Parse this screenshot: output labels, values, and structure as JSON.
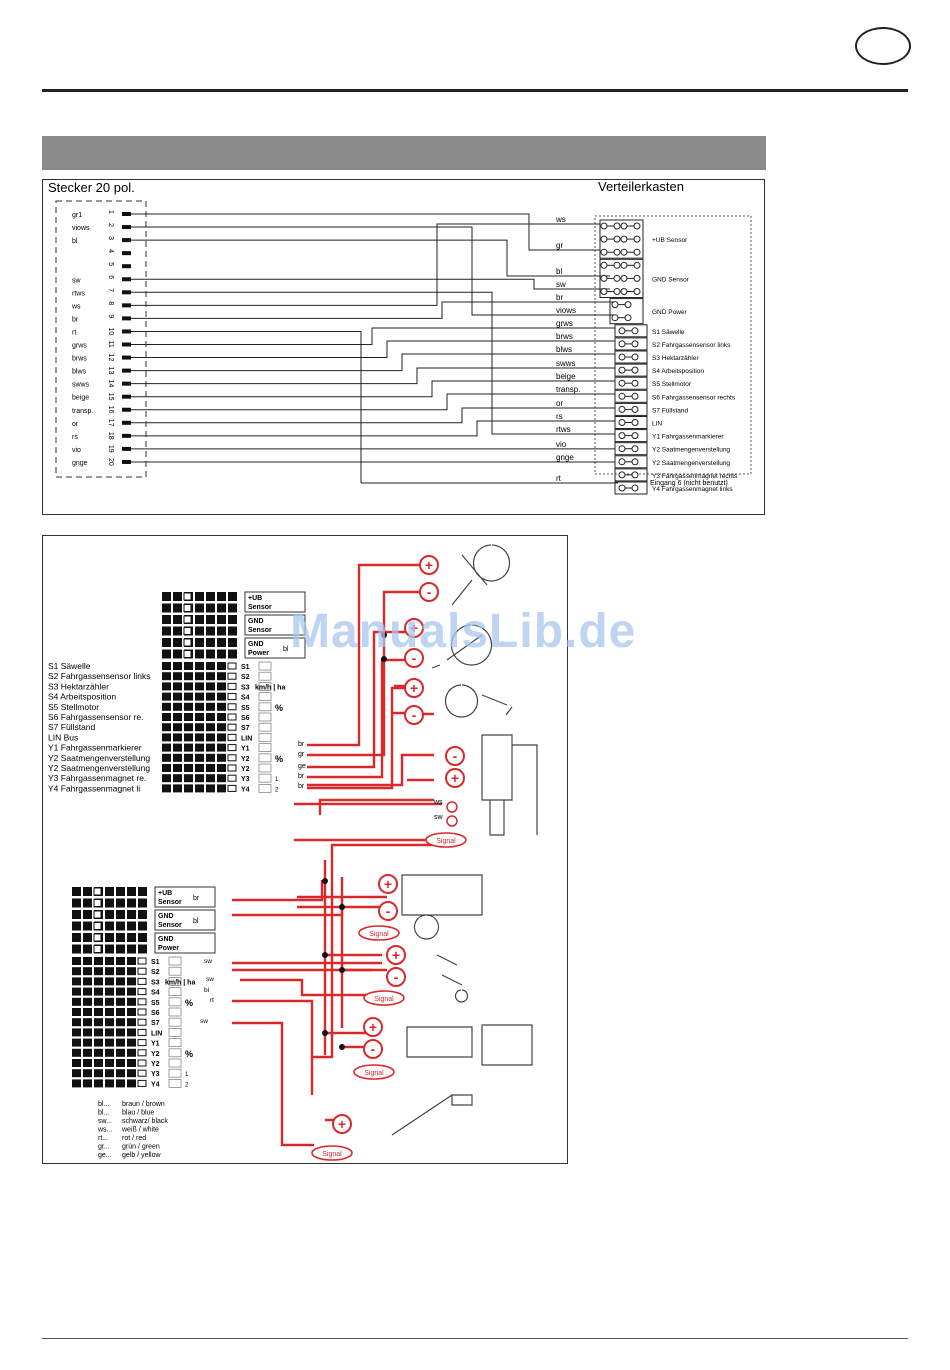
{
  "header": {
    "badge_text": ""
  },
  "watermark": "ManualsLib.de",
  "top_diagram": {
    "left_title": "Stecker 20 pol.",
    "right_title": "Verteilerkasten",
    "pins": [
      {
        "label": "gr1",
        "num": "1"
      },
      {
        "label": "viows",
        "num": "2"
      },
      {
        "label": "bl",
        "num": "3"
      },
      {
        "label": "",
        "num": "4"
      },
      {
        "label": "",
        "num": "5"
      },
      {
        "label": "sw",
        "num": "6"
      },
      {
        "label": "rtws",
        "num": "7"
      },
      {
        "label": "ws",
        "num": "8"
      },
      {
        "label": "br",
        "num": "9"
      },
      {
        "label": "rt",
        "num": "10"
      },
      {
        "label": "grws",
        "num": "11"
      },
      {
        "label": "brws",
        "num": "12"
      },
      {
        "label": "blws",
        "num": "13"
      },
      {
        "label": "swws",
        "num": "14"
      },
      {
        "label": "beige",
        "num": "15"
      },
      {
        "label": "transp.",
        "num": "16"
      },
      {
        "label": "or",
        "num": "17"
      },
      {
        "label": "rs",
        "num": "18"
      },
      {
        "label": "vio",
        "num": "19"
      },
      {
        "label": "gnge",
        "num": "20"
      }
    ],
    "wires": [
      {
        "label": "ws"
      },
      {
        "label": "gr"
      },
      {
        "label": "bl"
      },
      {
        "label": "sw"
      },
      {
        "label": "br"
      },
      {
        "label": "viows"
      },
      {
        "label": "grws"
      },
      {
        "label": "brws"
      },
      {
        "label": "blws"
      },
      {
        "label": "swws"
      },
      {
        "label": "beige"
      },
      {
        "label": "transp."
      },
      {
        "label": "or"
      },
      {
        "label": "rs"
      },
      {
        "label": "rtws"
      },
      {
        "label": "vio"
      },
      {
        "label": "gnge"
      },
      {
        "label": "rt"
      }
    ],
    "terminals": [
      {
        "label": "+UB Sensor"
      },
      {
        "label": "GND Sensor"
      },
      {
        "label": "GND Power"
      },
      {
        "label": "S1 Säwelle"
      },
      {
        "label": "S2 Fahrgassensensor links"
      },
      {
        "label": "S3 Hektarzähler"
      },
      {
        "label": "S4 Arbeitsposition"
      },
      {
        "label": "S5 Stellmotor"
      },
      {
        "label": "S6 Fahrgassensensor rechts"
      },
      {
        "label": "S7 Füllstand"
      },
      {
        "label": "LIN"
      },
      {
        "label": "Y1 Fahrgassenmarkierer"
      },
      {
        "label": "Y2 Saatmengenverstellung"
      },
      {
        "label": "Y2 Saatmengenverstellung"
      },
      {
        "label": "Y3 Fahrgassenmagnet rechts"
      },
      {
        "label": "Y4 Fahrgassenmagnet links"
      }
    ],
    "unused_label": "Eingang 6 (nicht benutzt)"
  },
  "bottom_diagram": {
    "upper_block": {
      "power_labels": [
        {
          "l1": "+UB",
          "l2": "Sensor",
          "wire": ""
        },
        {
          "l1": "GND",
          "l2": "Sensor",
          "wire": ""
        },
        {
          "l1": "GND",
          "l2": "Power",
          "wire": "bl"
        }
      ],
      "legend": [
        "S1 Säwelle",
        "S2 Fahrgassensensor links",
        "S3 Hektarzähler",
        "S4 Arbeitsposition",
        "S5 Stellmotor",
        "S6 Fahrgassensensor re.",
        "S7 Füllstand",
        "LIN Bus",
        "Y1 Fahrgassenmarkierer",
        "Y2 Saatmengenverstellung",
        "Y2 Saatmengenverstellung",
        "Y3 Fahrgassenmagnet re.",
        "Y4 Fahrgassenmagnet li"
      ],
      "codes": [
        "S1",
        "S2",
        "S3",
        "S4",
        "S5",
        "S6",
        "S7",
        "LIN",
        "Y1",
        "Y2",
        "Y2",
        "Y3",
        "Y4"
      ],
      "out_wires": [
        "br",
        "gr",
        "ge",
        "br",
        "br"
      ]
    },
    "lower_block": {
      "power_labels": [
        {
          "l1": "+UB",
          "l2": "Sensor",
          "wire": "br"
        },
        {
          "l1": "GND",
          "l2": "Sensor",
          "wire": "bl"
        },
        {
          "l1": "GND",
          "l2": "Power",
          "wire": ""
        }
      ],
      "codes": [
        "S1",
        "S2",
        "S3",
        "S4",
        "S5",
        "S6",
        "S7",
        "LIN",
        "Y1",
        "Y2",
        "Y2",
        "Y3",
        "Y4"
      ],
      "wires": [
        {
          "label": "sw"
        },
        {
          "label": "sw"
        },
        {
          "label": "bl"
        },
        {
          "label": "rt"
        },
        {
          "label": "sw"
        }
      ]
    },
    "kmh_label": "km/h | ha",
    "symbols": {
      "plus": "+",
      "minus": "-",
      "signal": "Signal",
      "percent": "%",
      "ws": "ws",
      "sw": "sw",
      "one": "1",
      "two": "2"
    },
    "color_legend": [
      {
        "code": "bl...",
        "text": "braun / brown"
      },
      {
        "code": "bl...",
        "text": "blau / blue"
      },
      {
        "code": "sw...",
        "text": "schwarz/ black"
      },
      {
        "code": "ws...",
        "text": "weiß / white"
      },
      {
        "code": "rt...",
        "text": "rot / red"
      },
      {
        "code": "gr...",
        "text": "grün / green"
      },
      {
        "code": "ge...",
        "text": "gelb / yellow"
      }
    ],
    "accent_color": "#d9292b"
  }
}
